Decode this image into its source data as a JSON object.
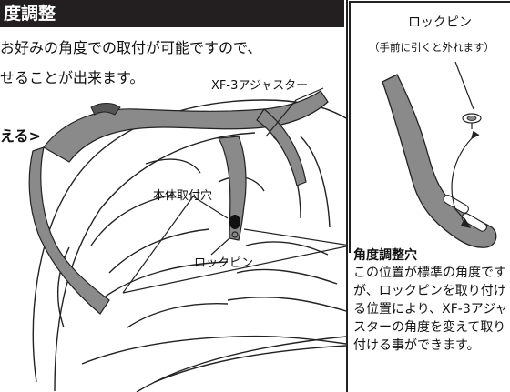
{
  "header": {
    "title": "度調整"
  },
  "intro": {
    "line1": "お好みの角度での取付が可能ですので、",
    "line2": "せることが出来ます。"
  },
  "subheading": "える>",
  "illustration": {
    "label_adjuster": "XF-3アジャスター",
    "label_mount_hole": "本体取付穴",
    "label_lock_pin": "ロックピン"
  },
  "inset": {
    "title": "ロックピン",
    "subtitle": "（手前に引くと外れます）"
  },
  "angle_hole": {
    "title": "角度調整穴",
    "description": "この位置が標準の角度ですが、ロックピンを取り付ける位置により、XF-3アジャスターの角度を変えて取り付ける事ができます。"
  },
  "colors": {
    "header_bg": "#231f20",
    "part_gray": "#8a8a8a",
    "line": "#222222"
  }
}
